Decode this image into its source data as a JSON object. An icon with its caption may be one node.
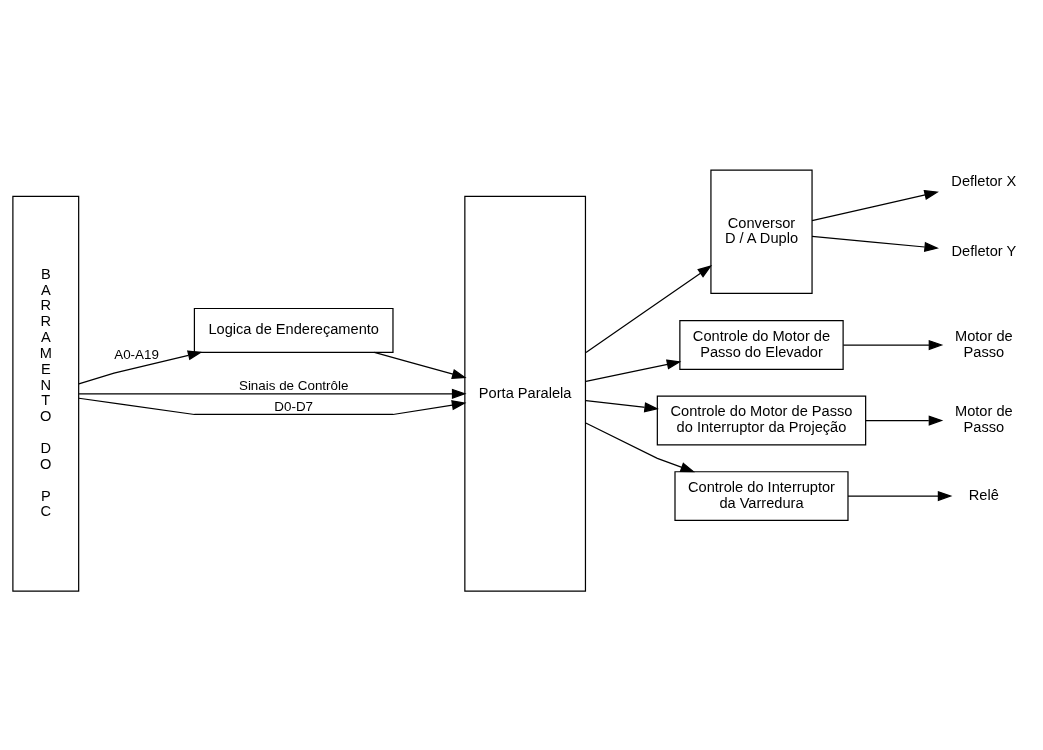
{
  "diagram": {
    "nodes": [
      {
        "text": [
          "BARRAMENTO DO PC"
        ]
      },
      {
        "text": [
          "Logica de Endereçamento"
        ]
      },
      {
        "text": [
          "Porta Paralela"
        ]
      },
      {
        "text": [
          "Conversor",
          "D / A Duplo"
        ]
      },
      {
        "text": [
          "Controle do Motor de Passo do Elevador"
        ]
      },
      {
        "text": [
          "Controle do Motor de Passo do Interruptor da Projeção"
        ]
      },
      {
        "text": [
          "Controle do Interruptor da Varredura"
        ]
      },
      {
        "text": [
          "Defletor X"
        ]
      },
      {
        "text": [
          "Defletor Y"
        ]
      },
      {
        "text": [
          "Motor de Passo"
        ]
      },
      {
        "text": [
          "Motor de Passo"
        ]
      },
      {
        "text": [
          "Relê"
        ]
      }
    ],
    "edges": [
      {
        "from": 0,
        "to": 1,
        "arrow": "to",
        "label": "A0-A19"
      },
      {
        "from": 1,
        "to": 2,
        "arrow": "to"
      },
      {
        "from": 0,
        "to": 2,
        "arrow": "to",
        "label": "Sinais de Contrôle"
      },
      {
        "from": 0,
        "to": 2,
        "arrow": "to",
        "label": "D0-D7"
      },
      {
        "from": 2,
        "to": 3,
        "arrow": "to"
      },
      {
        "from": 2,
        "to": 4,
        "arrow": "to"
      },
      {
        "from": 2,
        "to": 5,
        "arrow": "to"
      },
      {
        "from": 2,
        "to": 6,
        "arrow": "to"
      },
      {
        "from": 3,
        "to": 7,
        "arrow": "to"
      },
      {
        "from": 3,
        "to": 8,
        "arrow": "to"
      },
      {
        "from": 4,
        "to": 9,
        "arrow": "to"
      },
      {
        "from": 5,
        "to": 10,
        "arrow": "to"
      },
      {
        "from": 6,
        "to": 11,
        "arrow": "to"
      }
    ]
  }
}
